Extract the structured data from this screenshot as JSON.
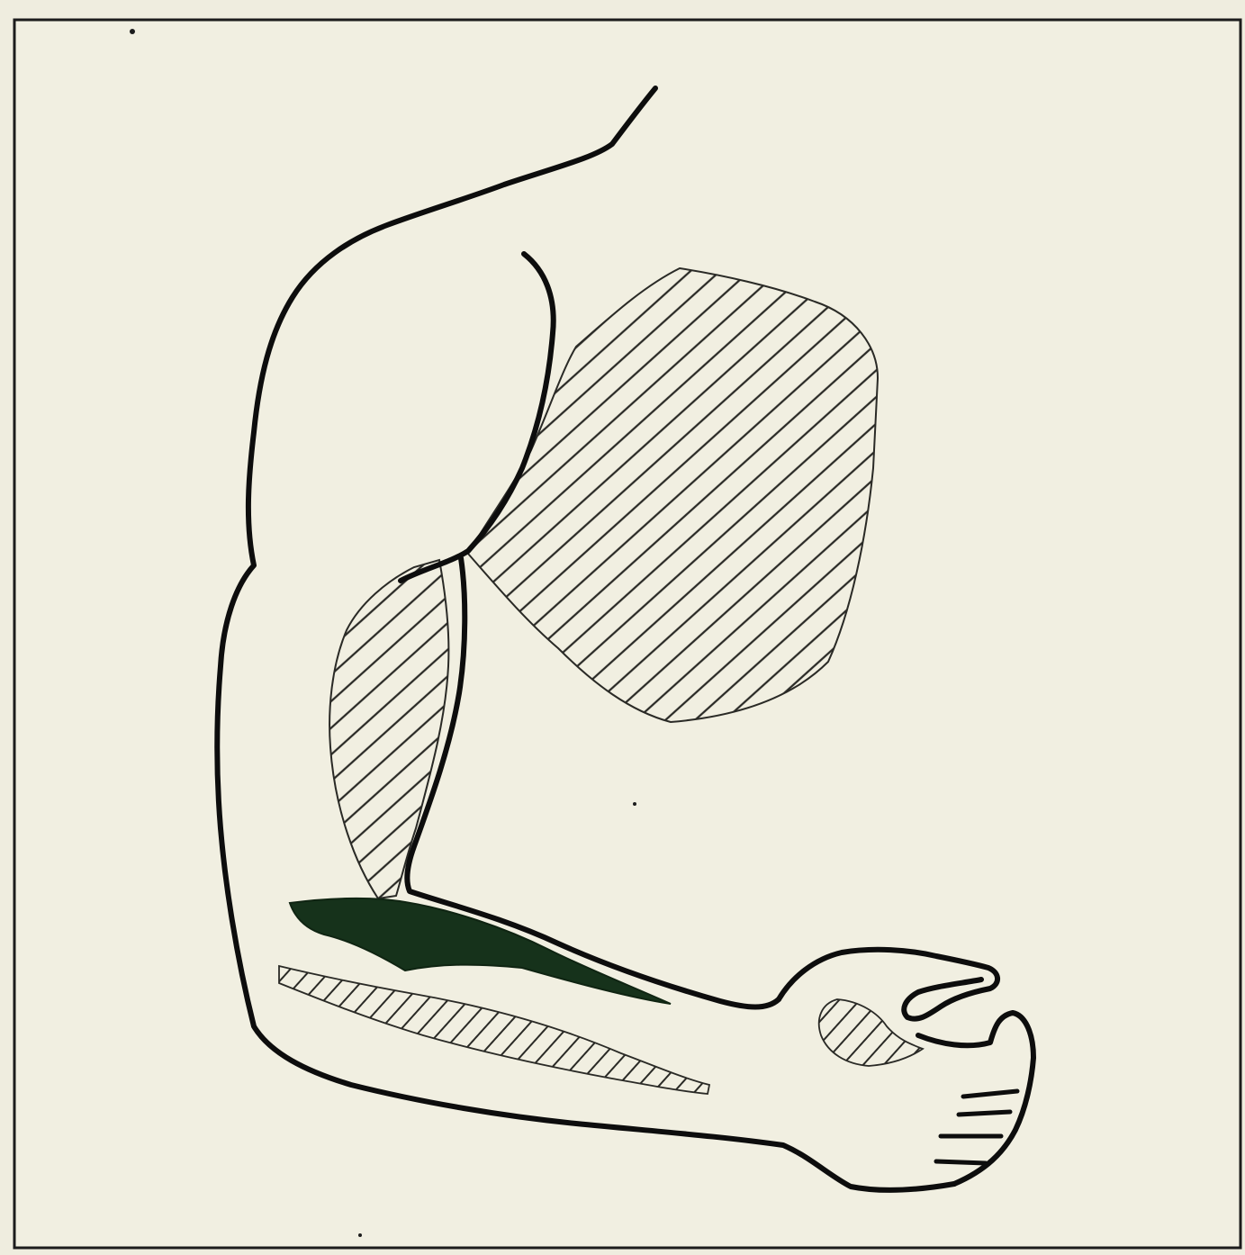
{
  "figure": {
    "paper_color": "#f1efe1",
    "ink_color": "#0d0d0d",
    "hatch_color": "#2a2a26",
    "shaded_color": "#16321b"
  },
  "regions": [
    {
      "id": "chest",
      "fill": "diagonal-hatch"
    },
    {
      "id": "upper-arm-inner",
      "fill": "diagonal-hatch"
    },
    {
      "id": "forearm-top",
      "fill": "solid-green"
    },
    {
      "id": "forearm-stripe",
      "fill": "diagonal-hatch"
    },
    {
      "id": "hand-palm",
      "fill": "diagonal-hatch"
    }
  ]
}
